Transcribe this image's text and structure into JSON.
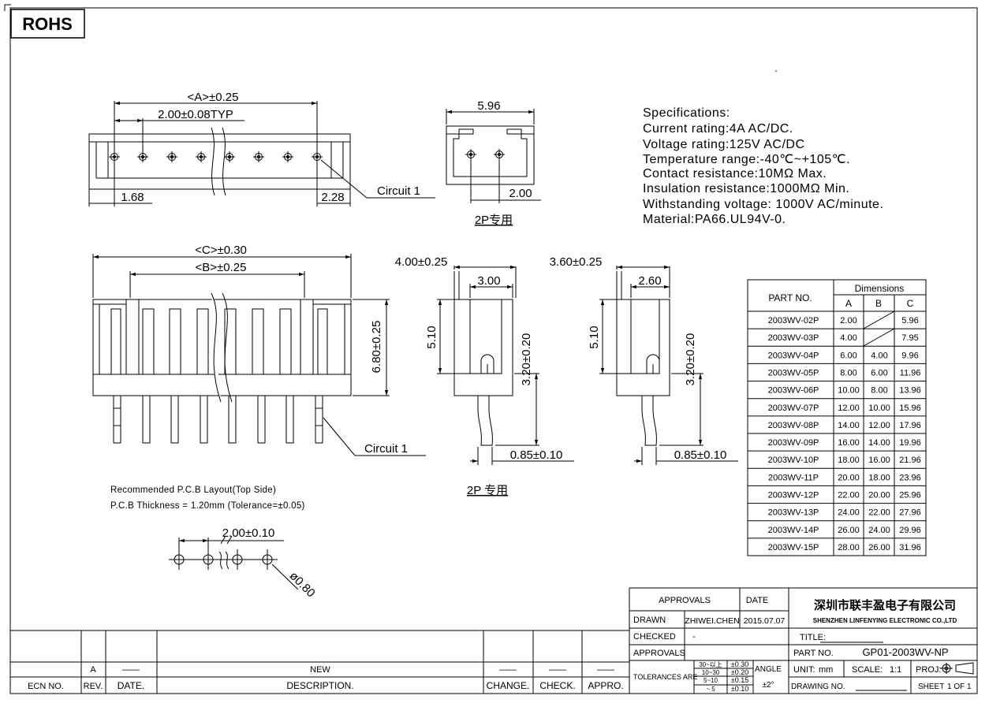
{
  "rohs_label": "ROHS",
  "top_view": {
    "dim_a": "<A>±0.25",
    "pitch": "2.00±0.08TYP",
    "left_offset": "1.68",
    "right_offset": "2.28",
    "circuit_label": "Circuit 1"
  },
  "end_view_top": {
    "width": "5.96",
    "pin_pitch": "2.00",
    "caption": "2P专用"
  },
  "specifications": {
    "heading": "Specifications:",
    "lines": [
      "Current rating:4A AC/DC.",
      "Voltage rating:125V AC/DC",
      "Temperature range:-40℃~+105℃.",
      "Contact resistance:10MΩ Max.",
      "Insulation resistance:1000MΩ Min.",
      "Withstanding voltage: 1000V AC/minute.",
      "Material:PA66.UL94V-0."
    ]
  },
  "front_view": {
    "dim_c": "<C>±0.30",
    "dim_b": "<B>±0.25",
    "height": "6.80±0.25",
    "circuit_label": "Circuit 1"
  },
  "side_view_1": {
    "depth": "4.00±0.25",
    "inner": "3.00",
    "height": "5.10",
    "pin_height": "3.20±0.20",
    "pin_width": "0.85±0.10"
  },
  "side_view_2": {
    "depth": "3.60±0.25",
    "inner": "2.60",
    "height": "5.10",
    "pin_height": "3.20±0.20",
    "pin_width": "0.85±0.10"
  },
  "side_caption": "2P 专用",
  "pcb": {
    "line1": "Recommended P.C.B Layout(Top Side)",
    "line2": "P.C.B Thickness = 1.20mm (Tolerance=±0.05)",
    "pitch": "2.00±0.10",
    "hole": "ø0.80"
  },
  "dimension_table": {
    "part_header": "PART NO.",
    "group_header": "Dimensions",
    "columns": [
      "A",
      "B",
      "C"
    ],
    "rows": [
      {
        "part": "2003WV-02P",
        "a": "2.00",
        "b": "",
        "c": "5.96"
      },
      {
        "part": "2003WV-03P",
        "a": "4.00",
        "b": "",
        "c": "7.95"
      },
      {
        "part": "2003WV-04P",
        "a": "6.00",
        "b": "4.00",
        "c": "9.96"
      },
      {
        "part": "2003WV-05P",
        "a": "8.00",
        "b": "6.00",
        "c": "11.96"
      },
      {
        "part": "2003WV-06P",
        "a": "10.00",
        "b": "8.00",
        "c": "13.96"
      },
      {
        "part": "2003WV-07P",
        "a": "12.00",
        "b": "10.00",
        "c": "15.96"
      },
      {
        "part": "2003WV-08P",
        "a": "14.00",
        "b": "12.00",
        "c": "17.96"
      },
      {
        "part": "2003WV-09P",
        "a": "16.00",
        "b": "14.00",
        "c": "19.96"
      },
      {
        "part": "2003WV-10P",
        "a": "18.00",
        "b": "16.00",
        "c": "21.96"
      },
      {
        "part": "2003WV-11P",
        "a": "20.00",
        "b": "18.00",
        "c": "23.96"
      },
      {
        "part": "2003WV-12P",
        "a": "22.00",
        "b": "20.00",
        "c": "25.96"
      },
      {
        "part": "2003WV-13P",
        "a": "24.00",
        "b": "22.00",
        "c": "27.96"
      },
      {
        "part": "2003WV-14P",
        "a": "26.00",
        "b": "24.00",
        "c": "29.96"
      },
      {
        "part": "2003WV-15P",
        "a": "28.00",
        "b": "26.00",
        "c": "31.96"
      }
    ]
  },
  "revision_block": {
    "headers": [
      "ECN NO.",
      "REV.",
      "DATE.",
      "DESCRIPTION.",
      "CHANGE.",
      "CHECK.",
      "APPRO."
    ],
    "row": {
      "ecn": "",
      "rev": "A",
      "date": "——",
      "description": "NEW",
      "change": "——",
      "check": "——",
      "appro": "——"
    }
  },
  "title_block": {
    "approvals_header": "APPROVALS",
    "date_header": "DATE",
    "drawn_label": "DRAWN",
    "drawn_by": "ZHIWEI.CHEN",
    "drawn_date": "2015.07.07",
    "checked_label": "CHECKED",
    "checked_by": "-",
    "approvals_label": "APPROVALS",
    "tolerances_label": "TOLERANCES ARE",
    "tolerances": [
      {
        "range": "30~以上",
        "tol": "±0.30"
      },
      {
        "range": "10~30",
        "tol": "±0.20"
      },
      {
        "range": "5~10",
        "tol": "±0.15"
      },
      {
        "range": "~ 5",
        "tol": "±0.10"
      }
    ],
    "angle_label": "ANGLE",
    "angle_tol": "±2°",
    "company_cn": "深圳市联丰盈电子有限公司",
    "company_en": "SHENZHEN LINFENYING ELECTRONIC CO.,LTD",
    "title_label": "TITLE:",
    "part_no_label": "PART NO.",
    "part_no": "GP01-2003WV-NP",
    "unit_label": "UNIT:",
    "unit": "mm",
    "scale_label": "SCALE:",
    "scale": "1:1",
    "proj_label": "PROJ:",
    "drawing_no_label": "DRAWING NO.",
    "sheet_label": "SHEET",
    "sheet": "1 OF 1"
  }
}
